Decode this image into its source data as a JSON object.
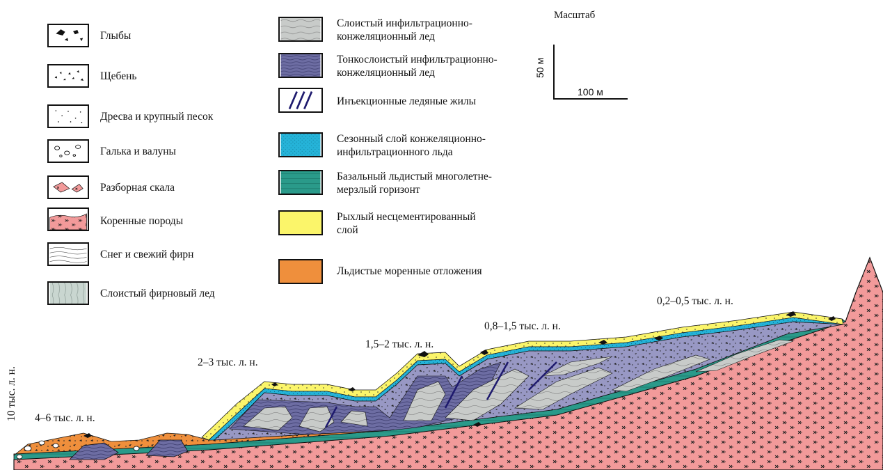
{
  "legend_left": [
    {
      "id": "blocks",
      "label": "Глыбы",
      "pattern": "blocks"
    },
    {
      "id": "rubble",
      "label": "Щебень",
      "pattern": "rubble"
    },
    {
      "id": "gruss",
      "label": "Дресва и крупный песок",
      "pattern": "gruss"
    },
    {
      "id": "pebbles",
      "label": "Галька и валуны",
      "pattern": "pebbles"
    },
    {
      "id": "broken_rock",
      "label": "Разборная скала",
      "pattern": "broken"
    },
    {
      "id": "bedrock",
      "label": "Коренные породы",
      "pattern": "bedrock"
    },
    {
      "id": "snow",
      "label": "Снег и свежий фирн",
      "pattern": "snow"
    },
    {
      "id": "firn_ice",
      "label": "Слоистый фирновый лед",
      "pattern": "firn"
    }
  ],
  "legend_right": [
    {
      "id": "layered_ice",
      "label_lines": [
        "Слоистый инфильтрационно-",
        "конжеляционный лед"
      ],
      "pattern": "layered",
      "color": "#c8c9cb"
    },
    {
      "id": "thin_layered_ice",
      "label_lines": [
        "Тонкослоистый инфильтрационно-",
        "конжеляционный лед"
      ],
      "pattern": "thin",
      "color": "#5a5a92"
    },
    {
      "id": "ice_veins",
      "label_lines": [
        "Инъекционные ледяные жилы"
      ],
      "pattern": "veins",
      "color": "#1e1a6e"
    },
    {
      "id": "seasonal_layer",
      "label_lines": [
        "Сезонный слой конжеляционно-",
        "инфильтрационного льда"
      ],
      "pattern": "seasonal",
      "color": "#25b3d8"
    },
    {
      "id": "basal_permafrost",
      "label_lines": [
        "Базальный льдистый многолетне-",
        "мерзлый горизонт"
      ],
      "pattern": "basal",
      "color": "#2a9a8a"
    },
    {
      "id": "loose_layer",
      "label_lines": [
        "Рыхлый несцементированный",
        "слой"
      ],
      "pattern": "loose",
      "color": "#fbf56a"
    },
    {
      "id": "moraine",
      "label_lines": [
        "Льдистые моренные отложения"
      ],
      "pattern": "moraine",
      "color": "#ef8f3c"
    }
  ],
  "scale": {
    "title": "Масштаб",
    "vertical": "50 м",
    "horizontal": "100 м"
  },
  "ages": {
    "a1": "10 тыс. л. н.",
    "a2": "4–6 тыс. л. н.",
    "a3": "2–3 тыс. л. н.",
    "a4": "1,5–2 тыс. л. н.",
    "a5": "0,8–1,5 тыс. л. н.",
    "a6": "0,2–0,5 тыс. л. н."
  },
  "colors": {
    "bedrock": "#f29a9a",
    "moraine": "#ef8f3c",
    "basal": "#2a9a8a",
    "seasonal": "#25b3d8",
    "thin_ice": "#6d6da3",
    "layered_ice": "#c8cbc9",
    "loose": "#fbf56a",
    "outline": "#111111"
  }
}
